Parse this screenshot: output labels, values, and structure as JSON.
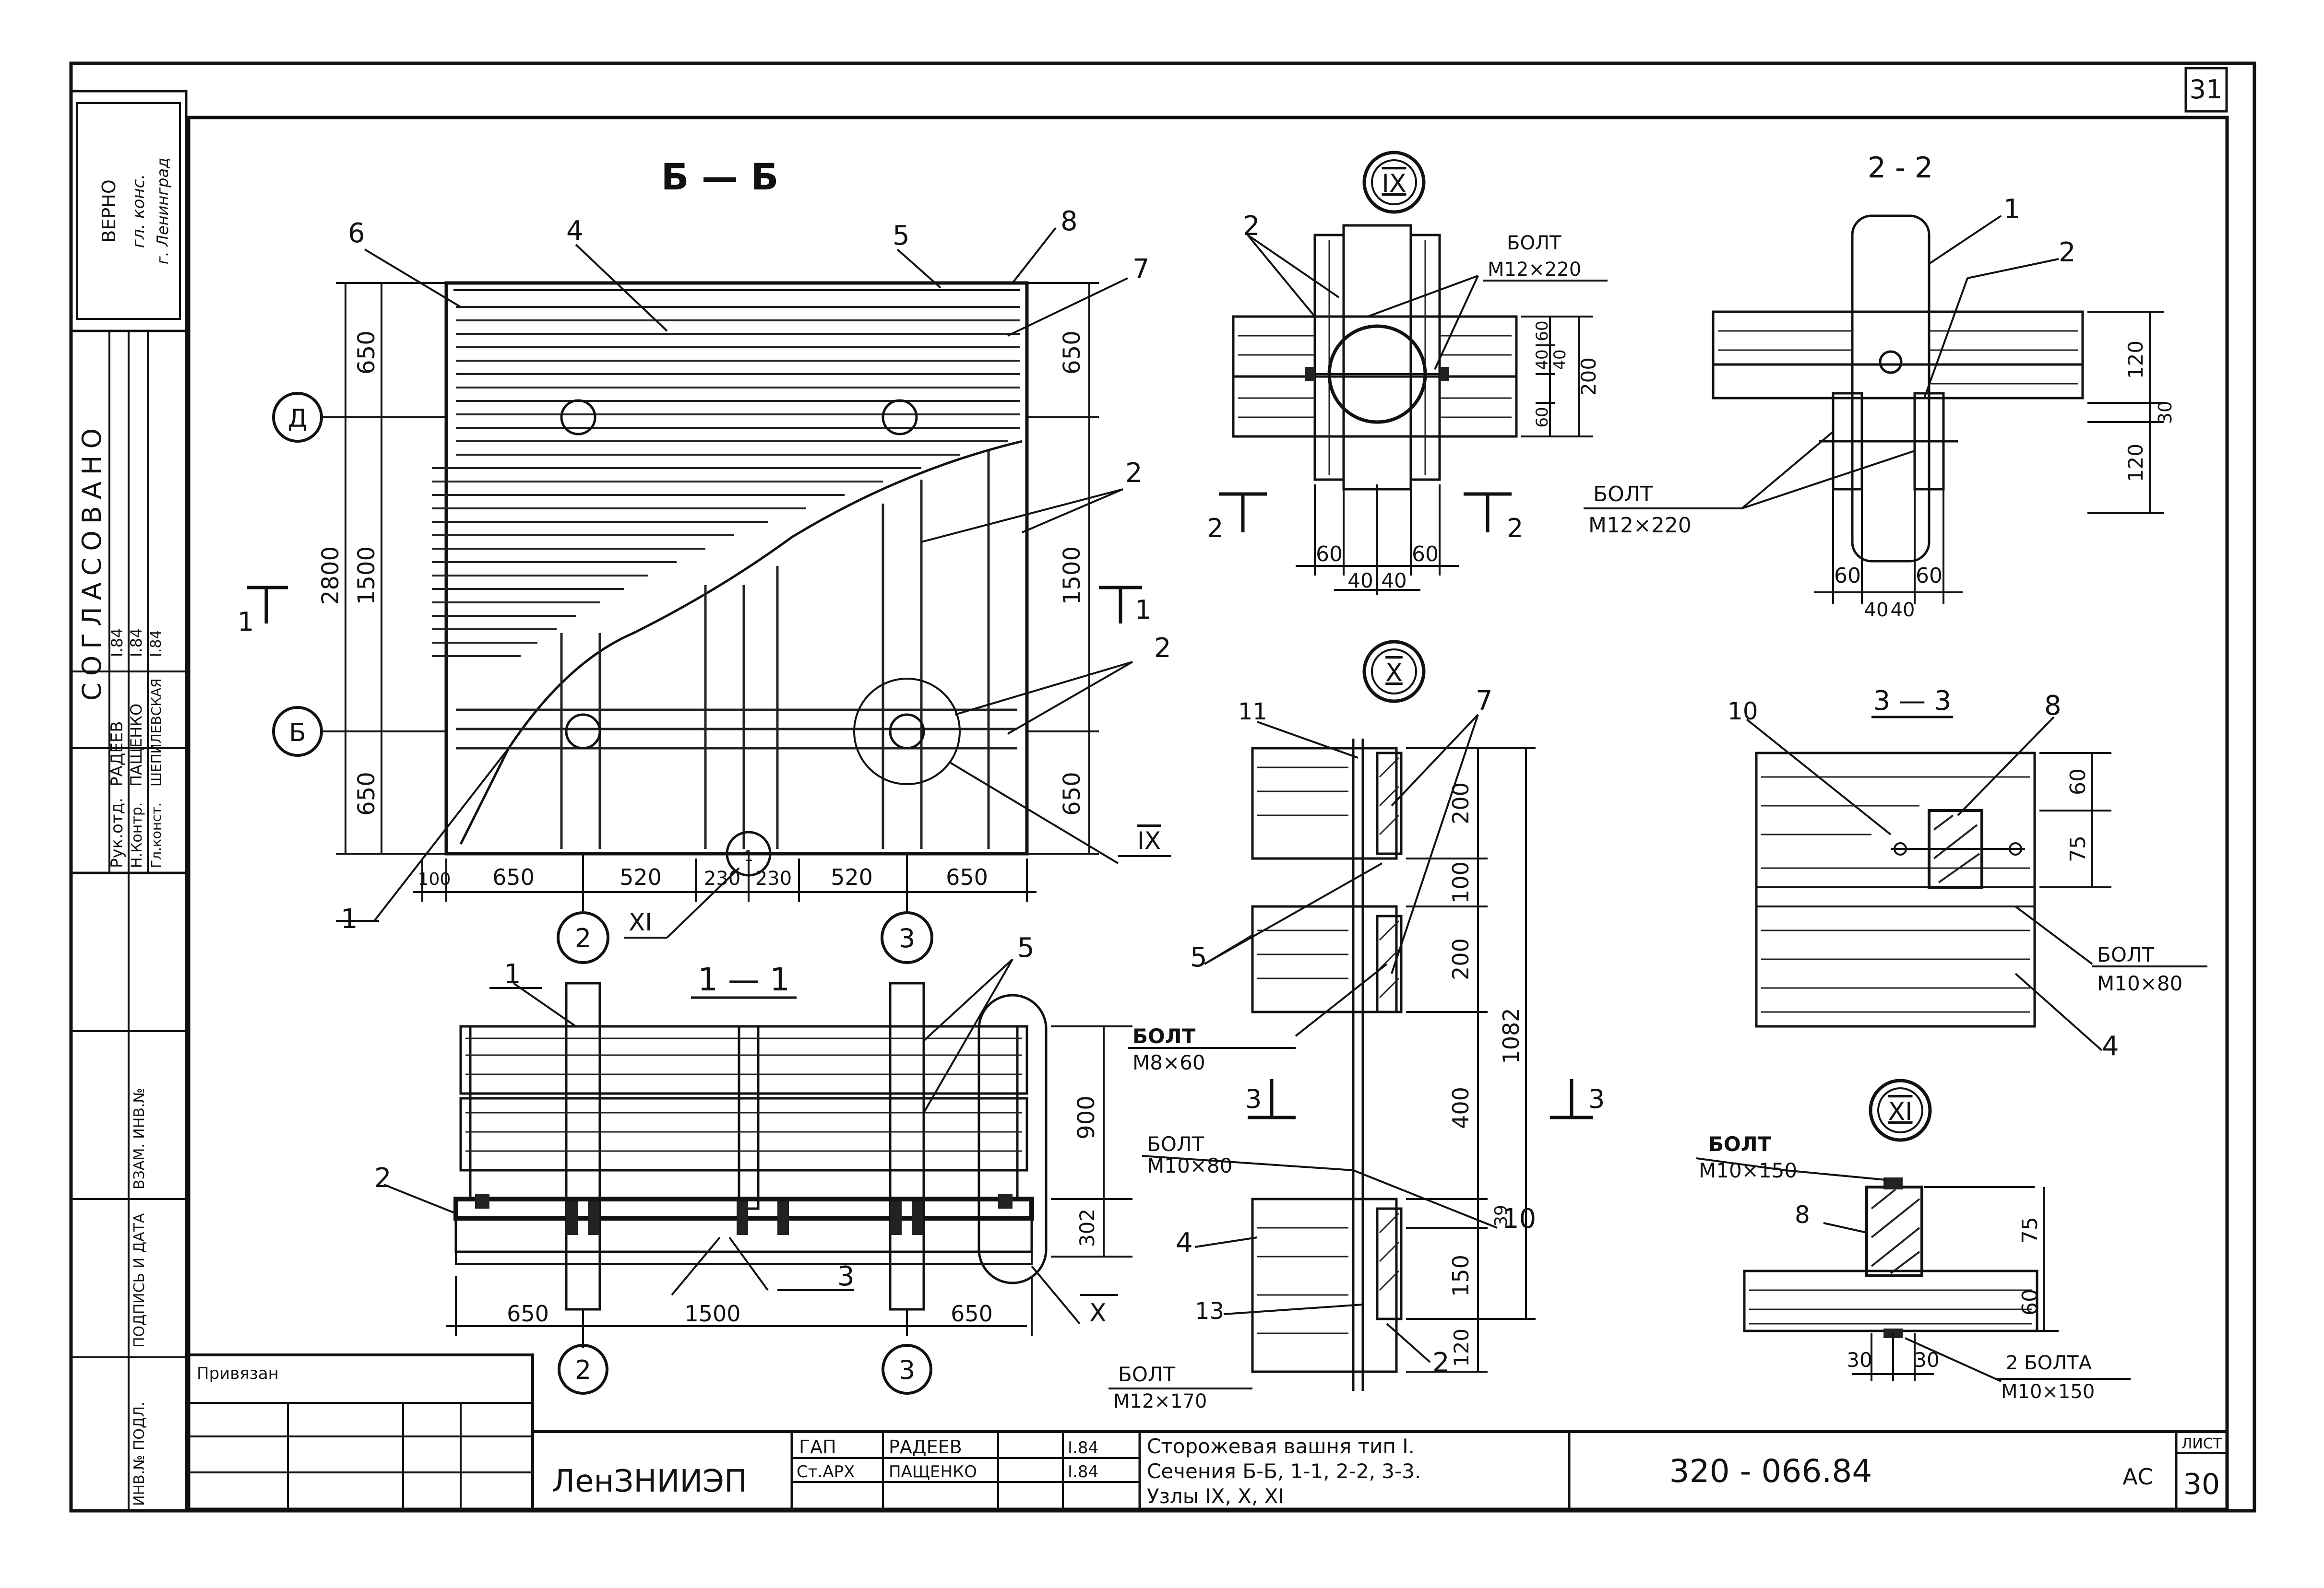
{
  "sheet_corner_number": "31",
  "stamp": {
    "line1": "ВЕРНО",
    "line2": "гл. конс.",
    "line3": "г. Ленинград"
  },
  "approval": {
    "label": "СОГЛАСОВАНО"
  },
  "signatures": [
    {
      "role": "Рук.отд.",
      "name": "РАДЕЕВ",
      "date": "I.84"
    },
    {
      "role": "Н.Контр.",
      "name": "ПАЩЕНКО",
      "date": "I.84"
    },
    {
      "role": "Гл.конст.",
      "name": "ШЕПИЛЕВСКАЯ",
      "date": "I.84"
    }
  ],
  "side_columns": {
    "vzam": "ВЗАМ. ИНВ.№",
    "podpis": "ПОДПИСЬ И ДАТА",
    "inv": "ИНВ.№ ПОДЛ."
  },
  "privyazan": "Привязан",
  "org": "ЛенЗНИИЭП",
  "title_block": {
    "rows": [
      {
        "role": "ГАП",
        "name": "РАДЕЕВ",
        "date": "I.84"
      },
      {
        "role": "Ст.АРХ",
        "name": "ПАЩЕНКО",
        "date": "I.84"
      }
    ],
    "title_lines": [
      "Сторожевая вашня тип I.",
      "Сечения Б-Б, 1-1, 2-2, 3-3.",
      "Узлы IX, X, XI"
    ],
    "code": "320 - 066.84",
    "stage": "АС",
    "sheet_label": "ЛИСТ",
    "sheet_no": "30"
  },
  "views": {
    "bb": {
      "title": "Б — Б",
      "axes": {
        "d": "Д",
        "b": "Б",
        "a2": "2",
        "a3": "3"
      },
      "left_dims": {
        "total": "2800",
        "top": "650",
        "mid": "1500",
        "bot": "650"
      },
      "right_dims": {
        "top": "650",
        "mid": "1500",
        "bot": "650"
      },
      "bottom_dims": [
        "100",
        "650",
        "520",
        "230",
        "230",
        "520",
        "650"
      ],
      "callouts": {
        "c1": "1",
        "c2a": "2",
        "c2b": "2",
        "c4": "4",
        "c5": "5",
        "c6": "6",
        "c7": "7",
        "c8": "8"
      },
      "cut1": "1",
      "node_refs": {
        "n9": "IX",
        "n11": "XI"
      }
    },
    "s11": {
      "title": "1 — 1",
      "callouts": {
        "c1": "1",
        "c2": "2",
        "c3": "3",
        "c5": "5"
      },
      "dims": {
        "h_top": "900",
        "h_bot": "302",
        "left": "650",
        "mid": "1500",
        "right": "650"
      },
      "axes": {
        "a2": "2",
        "a3": "3"
      },
      "node_ref": "X"
    },
    "node9": {
      "label": "IX",
      "bolt": "БОЛТ",
      "bolt_size": "М12×220",
      "callout": "2",
      "dims_right": [
        "60",
        "40",
        "40",
        "60",
        "200"
      ],
      "dims_bottom": [
        "60",
        "60",
        "40",
        "40"
      ],
      "cut": "2"
    },
    "s22": {
      "title": "2 - 2",
      "callouts": {
        "c1": "1",
        "c2": "2"
      },
      "bolt": "БОЛТ",
      "bolt_size": "М12×220",
      "dims_right": [
        "120",
        "120",
        "30"
      ],
      "dims_bottom": [
        "60",
        "60",
        "40",
        "40"
      ]
    },
    "node10": {
      "label": "X",
      "callouts": {
        "c11": "11",
        "c7": "7",
        "c5": "5",
        "c4": "4",
        "c13": "13",
        "c2": "2",
        "c10": "10"
      },
      "bolt_a": "БОЛТ",
      "bolt_a_size": "М8×60",
      "bolt_b": "БОЛТ",
      "bolt_b_size": "М10×80",
      "bolt_c": "БОЛТ",
      "bolt_c_size": "М12×170",
      "dims": [
        "200",
        "100",
        "200",
        "400",
        "39",
        "150",
        "120"
      ],
      "total": "1082",
      "cut": "3"
    },
    "s33": {
      "title": "3 — 3",
      "callouts": {
        "c10": "10",
        "c8": "8",
        "c4": "4"
      },
      "dims": [
        "60",
        "75"
      ],
      "bolt": "БОЛТ",
      "bolt_size": "М10×80"
    },
    "node11": {
      "label": "XI",
      "bolt_top": "БОЛТ",
      "bolt_top_size": "М10×150",
      "callout": "8",
      "dims_right": [
        "75",
        "60"
      ],
      "dims_bottom": [
        "30",
        "30"
      ],
      "bolt_bot": "2 БОЛТА",
      "bolt_bot_size": "М10×150"
    }
  }
}
